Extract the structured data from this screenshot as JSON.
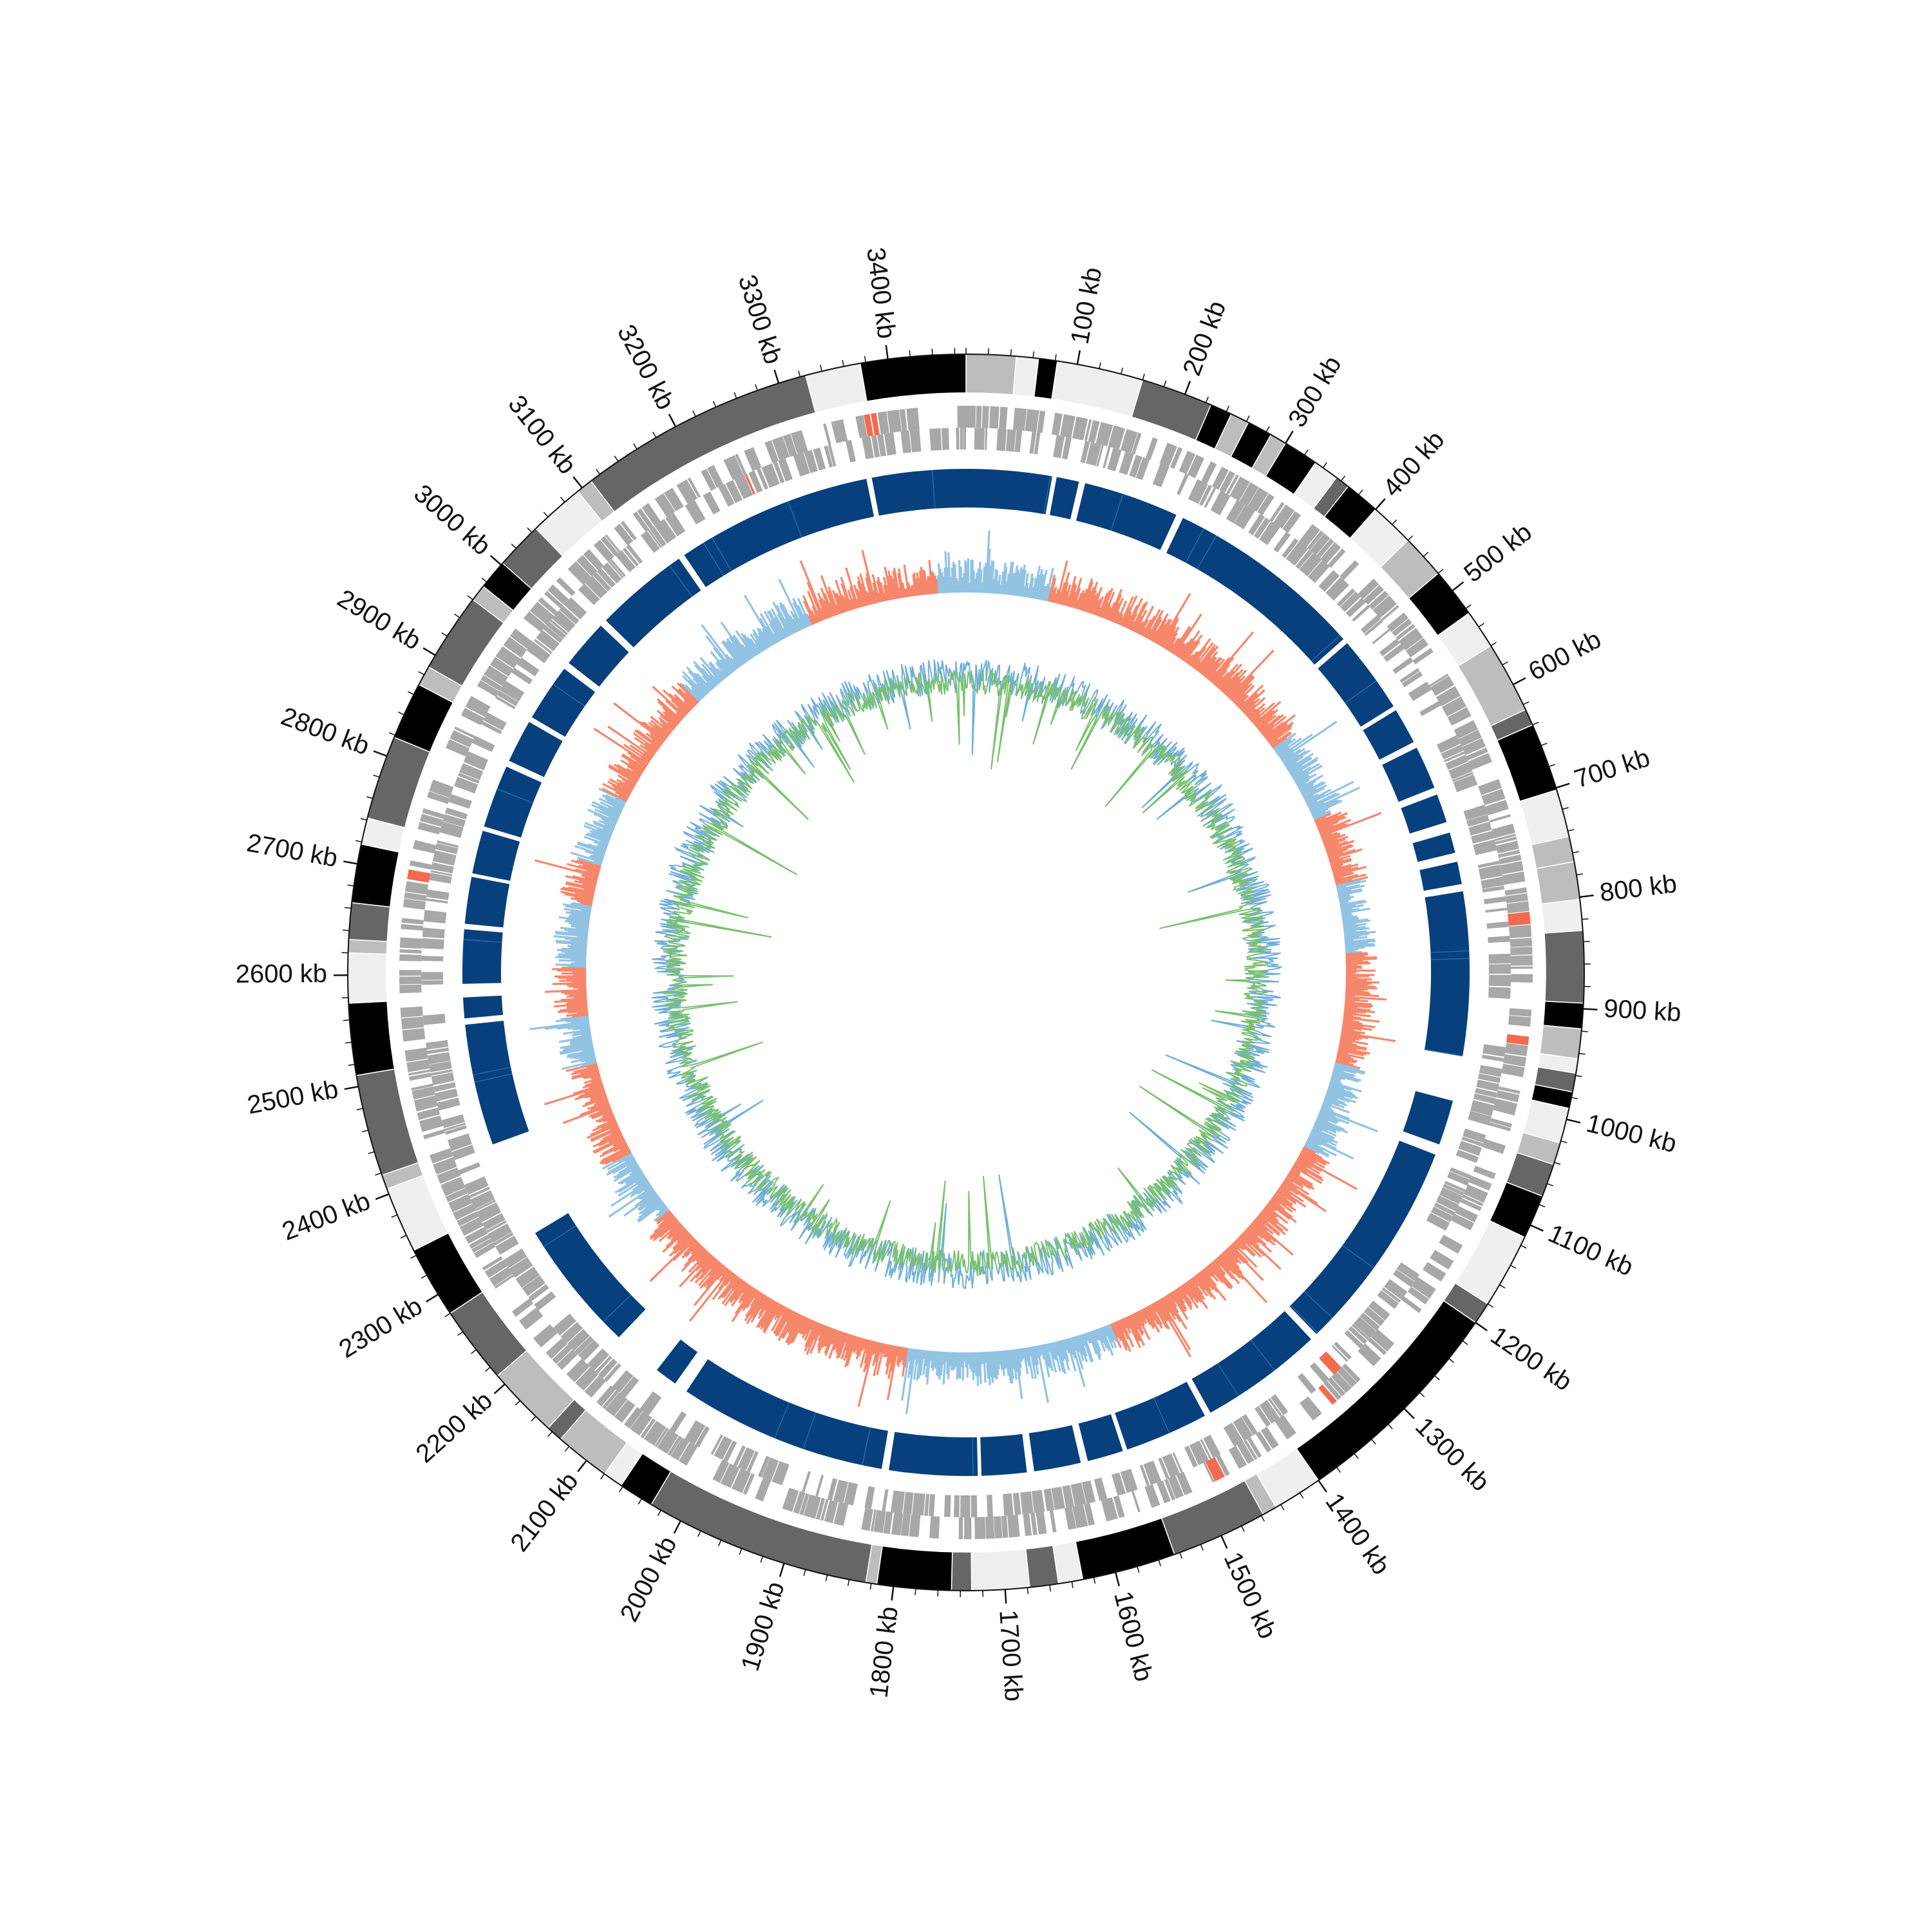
{
  "colors": {
    "contig_palette": [
      "#000000",
      "#666666",
      "#bdbdbd",
      "#efefef"
    ],
    "feature_gray": "#a8a8a8",
    "feature_alert": "#f26b4f",
    "block_blue": "#08407e",
    "block_highlight": "#2f74b5",
    "skew_positive": "#f7876b",
    "skew_negative": "#93c3e3",
    "gc_skew_green": "#79c06e",
    "gc_content_blue": "#6faed8",
    "ink": "#111111"
  },
  "genome": {
    "length_kb": 3470,
    "tick_labels": [
      "100 kb",
      "200 kb",
      "300 kb",
      "400 kb",
      "500 kb",
      "600 kb",
      "700 kb",
      "800 kb",
      "900 kb",
      "1000 kb",
      "1100 kb",
      "1200 kb",
      "1300 kb",
      "1400 kb",
      "1500 kb",
      "1600 kb",
      "1700 kb",
      "1800 kb",
      "1900 kb",
      "2000 kb",
      "2100 kb",
      "2200 kb",
      "2300 kb",
      "2400 kb",
      "2500 kb",
      "2600 kb",
      "2700 kb",
      "2800 kb",
      "2900 kb",
      "3000 kb",
      "3100 kb",
      "3200 kb",
      "3300 kb",
      "3400 kb"
    ],
    "major_tick_kb": 100,
    "minor_tick_kb": 20
  },
  "tracks": {
    "contigs": [
      {
        "start": 0,
        "end": 45,
        "shade": 2
      },
      {
        "start": 45,
        "end": 65,
        "shade": 3
      },
      {
        "start": 65,
        "end": 82,
        "shade": 0
      },
      {
        "start": 82,
        "end": 160,
        "shade": 3
      },
      {
        "start": 160,
        "end": 225,
        "shade": 1
      },
      {
        "start": 225,
        "end": 245,
        "shade": 0
      },
      {
        "start": 245,
        "end": 262,
        "shade": 2
      },
      {
        "start": 262,
        "end": 285,
        "shade": 0
      },
      {
        "start": 285,
        "end": 300,
        "shade": 2
      },
      {
        "start": 300,
        "end": 332,
        "shade": 0
      },
      {
        "start": 332,
        "end": 355,
        "shade": 3
      },
      {
        "start": 355,
        "end": 368,
        "shade": 1
      },
      {
        "start": 368,
        "end": 400,
        "shade": 0
      },
      {
        "start": 400,
        "end": 440,
        "shade": 3
      },
      {
        "start": 440,
        "end": 480,
        "shade": 2
      },
      {
        "start": 480,
        "end": 525,
        "shade": 0
      },
      {
        "start": 525,
        "end": 560,
        "shade": 3
      },
      {
        "start": 560,
        "end": 625,
        "shade": 2
      },
      {
        "start": 625,
        "end": 640,
        "shade": 1
      },
      {
        "start": 640,
        "end": 702,
        "shade": 0
      },
      {
        "start": 702,
        "end": 745,
        "shade": 3
      },
      {
        "start": 745,
        "end": 768,
        "shade": 2
      },
      {
        "start": 768,
        "end": 802,
        "shade": 2
      },
      {
        "start": 802,
        "end": 830,
        "shade": 3
      },
      {
        "start": 830,
        "end": 895,
        "shade": 1
      },
      {
        "start": 895,
        "end": 918,
        "shade": 0
      },
      {
        "start": 918,
        "end": 945,
        "shade": 2
      },
      {
        "start": 945,
        "end": 958,
        "shade": 3
      },
      {
        "start": 958,
        "end": 975,
        "shade": 1
      },
      {
        "start": 975,
        "end": 990,
        "shade": 0
      },
      {
        "start": 990,
        "end": 1022,
        "shade": 3
      },
      {
        "start": 1022,
        "end": 1042,
        "shade": 2
      },
      {
        "start": 1042,
        "end": 1072,
        "shade": 1
      },
      {
        "start": 1072,
        "end": 1112,
        "shade": 0
      },
      {
        "start": 1112,
        "end": 1180,
        "shade": 3
      },
      {
        "start": 1180,
        "end": 1200,
        "shade": 1
      },
      {
        "start": 1200,
        "end": 1400,
        "shade": 0
      },
      {
        "start": 1400,
        "end": 1445,
        "shade": 3
      },
      {
        "start": 1445,
        "end": 1458,
        "shade": 2
      },
      {
        "start": 1458,
        "end": 1545,
        "shade": 1
      },
      {
        "start": 1545,
        "end": 1630,
        "shade": 0
      },
      {
        "start": 1630,
        "end": 1652,
        "shade": 3
      },
      {
        "start": 1652,
        "end": 1678,
        "shade": 1
      },
      {
        "start": 1678,
        "end": 1730,
        "shade": 3
      },
      {
        "start": 1730,
        "end": 1748,
        "shade": 1
      },
      {
        "start": 1748,
        "end": 1815,
        "shade": 0
      },
      {
        "start": 1815,
        "end": 1825,
        "shade": 2
      },
      {
        "start": 1825,
        "end": 2030,
        "shade": 1
      },
      {
        "start": 2030,
        "end": 2062,
        "shade": 0
      },
      {
        "start": 2062,
        "end": 2080,
        "shade": 3
      },
      {
        "start": 2080,
        "end": 2130,
        "shade": 2
      },
      {
        "start": 2130,
        "end": 2145,
        "shade": 1
      },
      {
        "start": 2145,
        "end": 2210,
        "shade": 2
      },
      {
        "start": 2210,
        "end": 2280,
        "shade": 1
      },
      {
        "start": 2280,
        "end": 2345,
        "shade": 0
      },
      {
        "start": 2345,
        "end": 2405,
        "shade": 3
      },
      {
        "start": 2405,
        "end": 2418,
        "shade": 2
      },
      {
        "start": 2418,
        "end": 2510,
        "shade": 1
      },
      {
        "start": 2510,
        "end": 2575,
        "shade": 0
      },
      {
        "start": 2575,
        "end": 2620,
        "shade": 3
      },
      {
        "start": 2620,
        "end": 2632,
        "shade": 2
      },
      {
        "start": 2632,
        "end": 2665,
        "shade": 1
      },
      {
        "start": 2665,
        "end": 2718,
        "shade": 0
      },
      {
        "start": 2718,
        "end": 2742,
        "shade": 3
      },
      {
        "start": 2742,
        "end": 2818,
        "shade": 1
      },
      {
        "start": 2818,
        "end": 2870,
        "shade": 0
      },
      {
        "start": 2870,
        "end": 2888,
        "shade": 2
      },
      {
        "start": 2888,
        "end": 2960,
        "shade": 1
      },
      {
        "start": 2960,
        "end": 2975,
        "shade": 2
      },
      {
        "start": 2975,
        "end": 3002,
        "shade": 0
      },
      {
        "start": 3002,
        "end": 3045,
        "shade": 1
      },
      {
        "start": 3045,
        "end": 3095,
        "shade": 3
      },
      {
        "start": 3095,
        "end": 3110,
        "shade": 2
      },
      {
        "start": 3110,
        "end": 3325,
        "shade": 1
      },
      {
        "start": 3325,
        "end": 3375,
        "shade": 3
      },
      {
        "start": 3375,
        "end": 3470,
        "shade": 0
      }
    ],
    "blocks": [
      {
        "start": 0,
        "end": 95
      },
      {
        "start": 100,
        "end": 125
      },
      {
        "start": 132,
        "end": 238
      },
      {
        "start": 246,
        "end": 468
      },
      {
        "start": 474,
        "end": 560
      },
      {
        "start": 565,
        "end": 605
      },
      {
        "start": 612,
        "end": 660
      },
      {
        "start": 668,
        "end": 700
      },
      {
        "start": 712,
        "end": 735
      },
      {
        "start": 745,
        "end": 770
      },
      {
        "start": 778,
        "end": 960
      },
      {
        "start": 1010,
        "end": 1060
      },
      {
        "start": 1072,
        "end": 1310
      },
      {
        "start": 1318,
        "end": 1455
      },
      {
        "start": 1462,
        "end": 1555
      },
      {
        "start": 1560,
        "end": 1600
      },
      {
        "start": 1608,
        "end": 1660
      },
      {
        "start": 1668,
        "end": 1718
      },
      {
        "start": 1722,
        "end": 1820
      },
      {
        "start": 1828,
        "end": 2060
      },
      {
        "start": 2075,
        "end": 2100
      },
      {
        "start": 2155,
        "end": 2302
      },
      {
        "start": 2410,
        "end": 2545
      },
      {
        "start": 2552,
        "end": 2575
      },
      {
        "start": 2590,
        "end": 2650
      },
      {
        "start": 2656,
        "end": 2708
      },
      {
        "start": 2712,
        "end": 2760
      },
      {
        "start": 2765,
        "end": 2835
      },
      {
        "start": 2842,
        "end": 2890
      },
      {
        "start": 2896,
        "end": 2960
      },
      {
        "start": 2968,
        "end": 3022
      },
      {
        "start": 3030,
        "end": 3135
      },
      {
        "start": 3142,
        "end": 3360
      },
      {
        "start": 3366,
        "end": 3470
      }
    ],
    "skew_positive_regions": [
      {
        "start": 120,
        "end": 520
      },
      {
        "start": 640,
        "end": 740
      },
      {
        "start": 840,
        "end": 1000
      },
      {
        "start": 1130,
        "end": 1520
      },
      {
        "start": 1820,
        "end": 2230
      },
      {
        "start": 2330,
        "end": 2470
      },
      {
        "start": 2540,
        "end": 2610
      },
      {
        "start": 2700,
        "end": 2760
      },
      {
        "start": 2860,
        "end": 3040
      },
      {
        "start": 3240,
        "end": 3430
      }
    ]
  }
}
